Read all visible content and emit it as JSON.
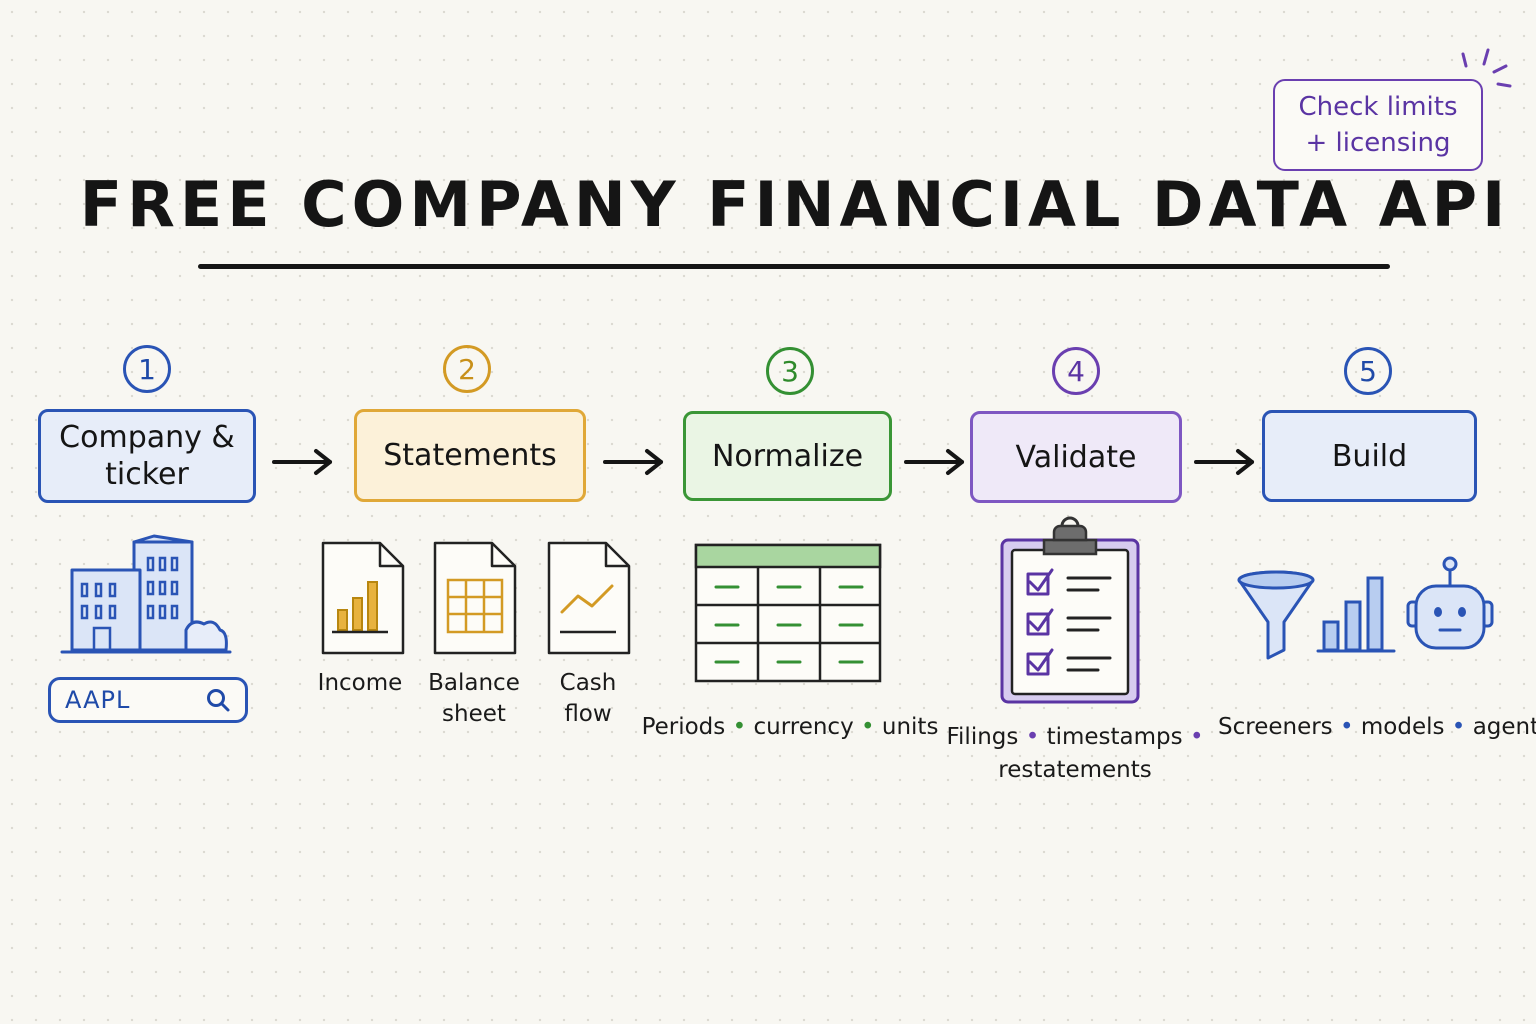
{
  "title": "FREE COMPANY FINANCIAL DATA API",
  "note": {
    "line1": "Check limits",
    "line2": "+ licensing"
  },
  "steps": [
    {
      "number": "1",
      "label_line1": "Company &",
      "label_line2": "ticker"
    },
    {
      "number": "2",
      "label": "Statements"
    },
    {
      "number": "3",
      "label": "Normalize"
    },
    {
      "number": "4",
      "label": "Validate"
    },
    {
      "number": "5",
      "label": "Build"
    }
  ],
  "search": {
    "value": "AAPL",
    "icon": "search-icon"
  },
  "statements": [
    {
      "line1": "Income",
      "line2": "",
      "icon": "bar-chart-document-icon"
    },
    {
      "line1": "Balance",
      "line2": "sheet",
      "icon": "table-document-icon"
    },
    {
      "line1": "Cash",
      "line2": "flow",
      "icon": "line-chart-document-icon"
    }
  ],
  "normalize": {
    "icon": "spreadsheet-icon",
    "items": [
      "Periods",
      "currency",
      "units"
    ]
  },
  "validate": {
    "icon": "checklist-clipboard-icon",
    "items": [
      "Filings",
      "timestamps",
      "restatements"
    ]
  },
  "build": {
    "icons": [
      "funnel-icon",
      "bar-chart-icon",
      "robot-icon"
    ],
    "items": [
      "Screeners",
      "models",
      "agents"
    ]
  },
  "separator": "•",
  "colors": {
    "blue": "#2a54b5",
    "gold": "#d39a24",
    "green": "#349033",
    "purple": "#6a3fb0",
    "ink": "#151515"
  }
}
